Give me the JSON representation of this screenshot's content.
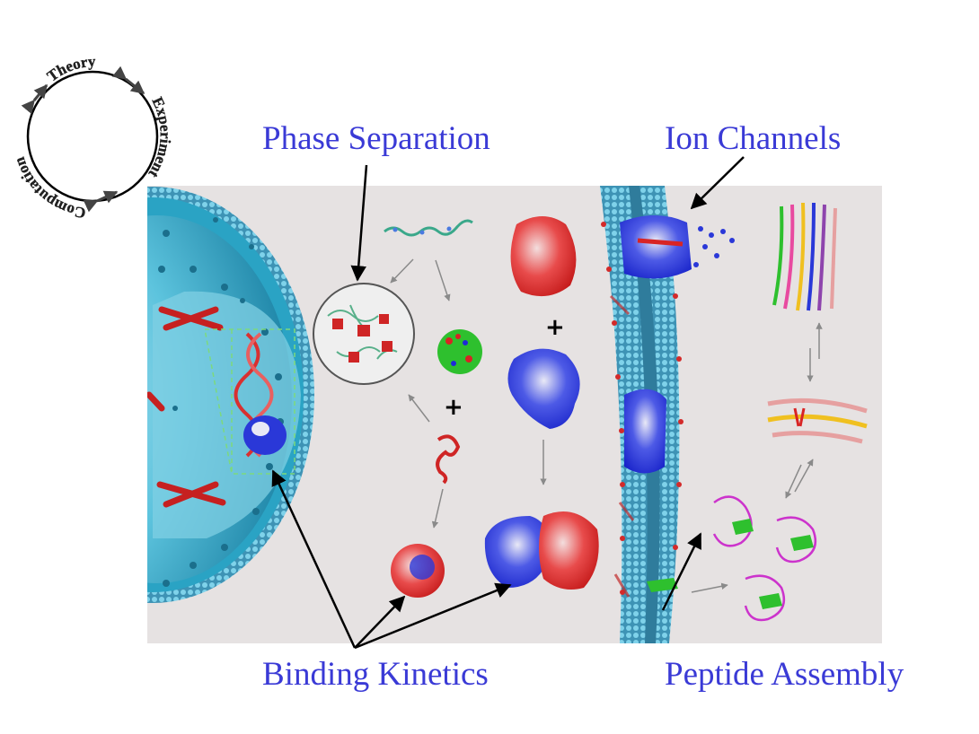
{
  "cycle": {
    "words": [
      "Theory",
      "Experiment",
      "Computation"
    ]
  },
  "labels": {
    "phase_separation": "Phase Separation",
    "ion_channels": "Ion Channels",
    "binding_kinetics": "Binding Kinetics",
    "peptide_assembly": "Peptide Assembly"
  },
  "symbols": {
    "plus": "+"
  },
  "colors": {
    "label_blue": "#3a3ad6",
    "panel_bg": "#e6e2e2",
    "nucleus_teal": "#2aa3c4",
    "protein_red": "#d82424",
    "protein_blue": "#1f2ad8",
    "membrane_teal": "#3c8fb0"
  }
}
